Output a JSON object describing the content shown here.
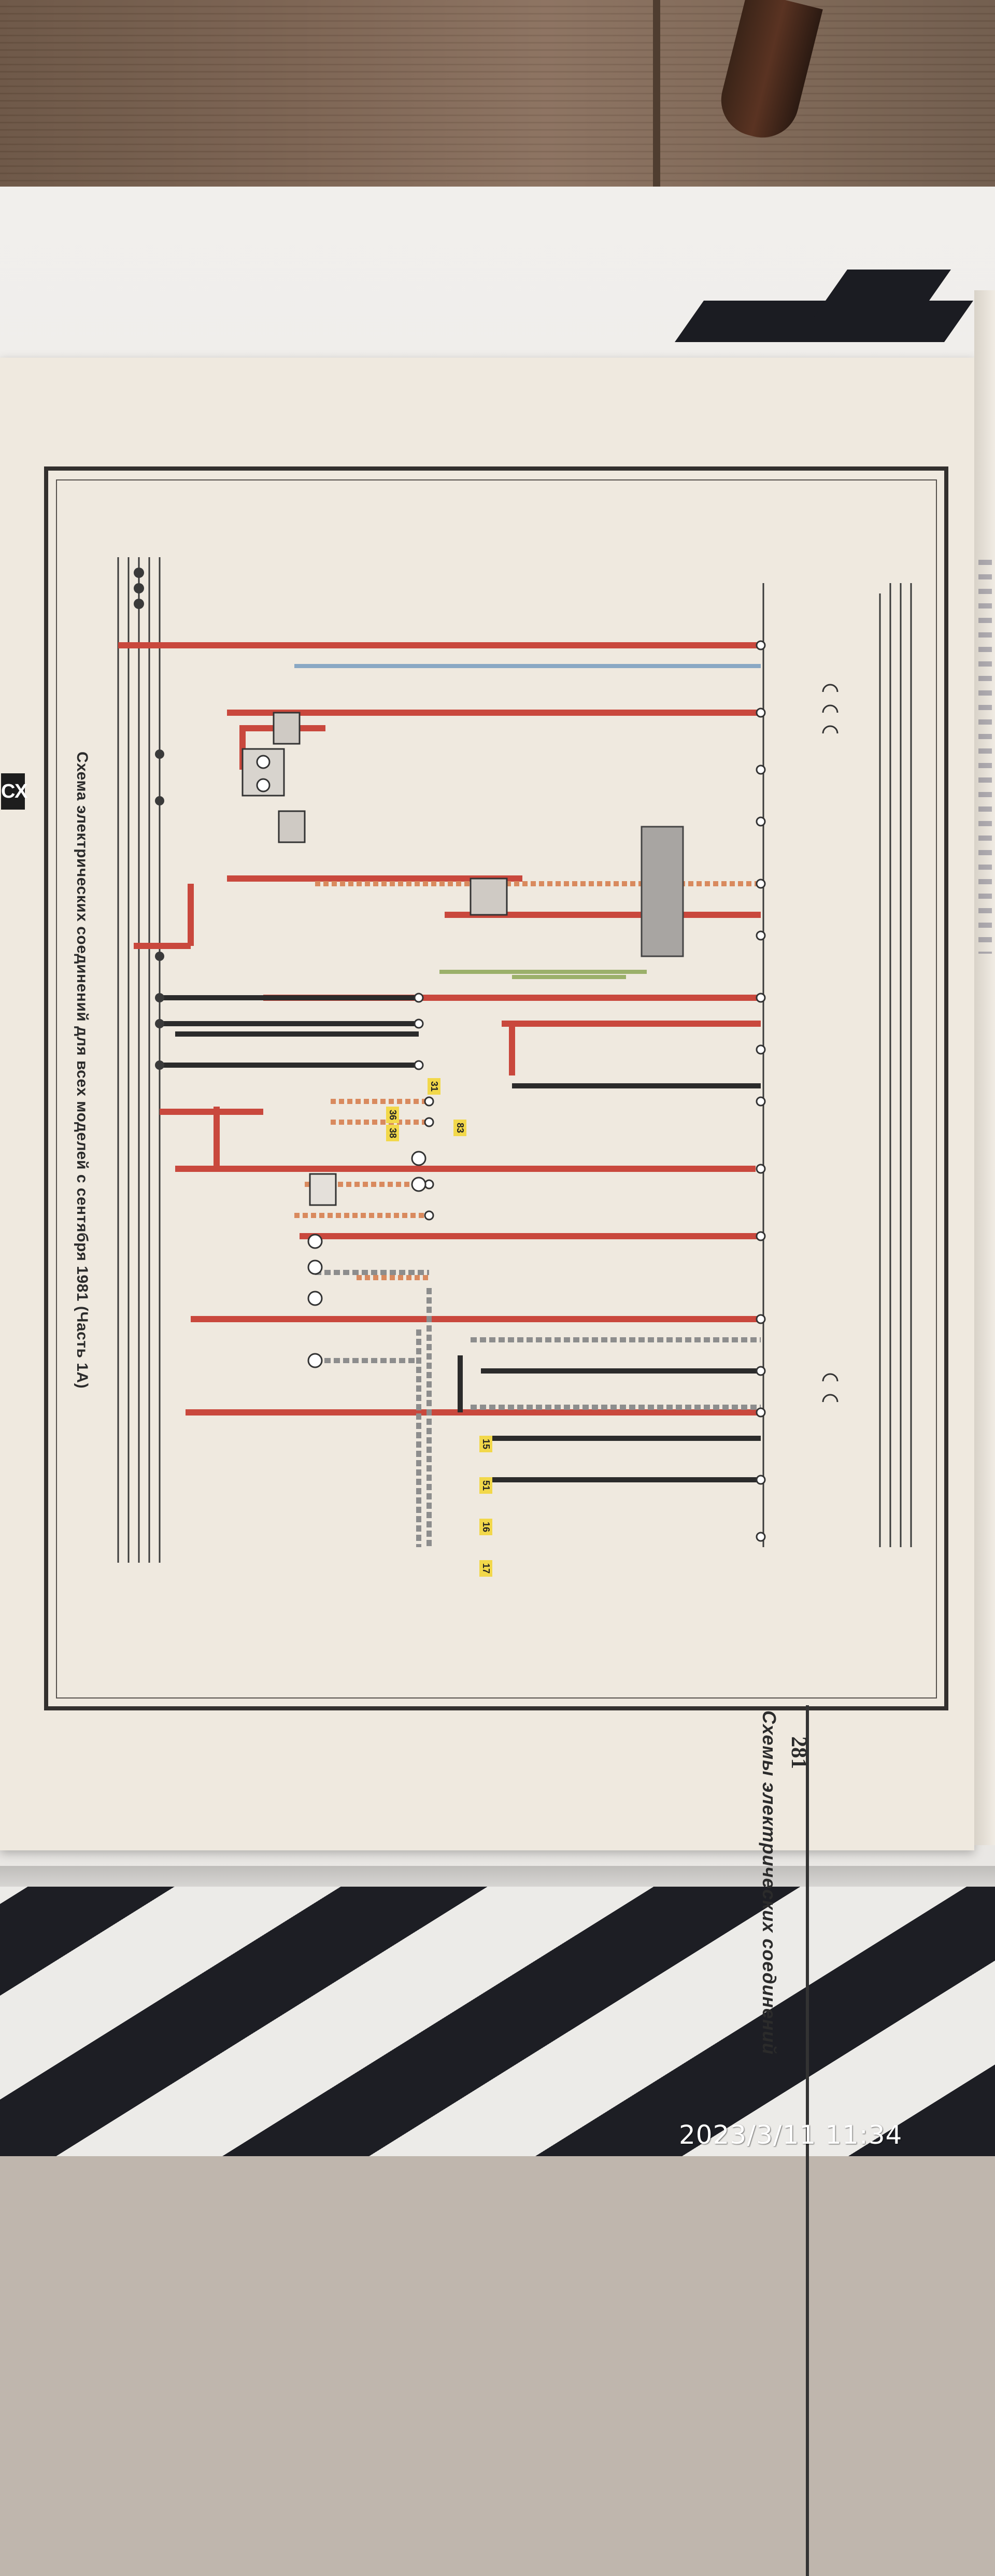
{
  "scene": {
    "description_colors": {
      "wire_red": "#c9483d",
      "wire_orange": "#d98a5e",
      "wire_black": "#2b2b2b",
      "wire_gray": "#8d8d8d",
      "wire_blue": "#8aa8c4",
      "wire_green": "#9bb06a",
      "component_gray": "#a8a5a2",
      "highlight_yellow": "#f2d84a"
    }
  },
  "page": {
    "header_title": "Схемы электрических соединений",
    "page_number": "281",
    "caption": "Схема электрических соединений для всех моделей с сентября 1981 (Часть 1А)",
    "corner_badge": "СХ",
    "highlight_tags": [
      "36",
      "38",
      "31",
      "83",
      "15",
      "51",
      "16",
      "17"
    ]
  },
  "photo": {
    "timestamp": "2023/3/11 11:34"
  }
}
